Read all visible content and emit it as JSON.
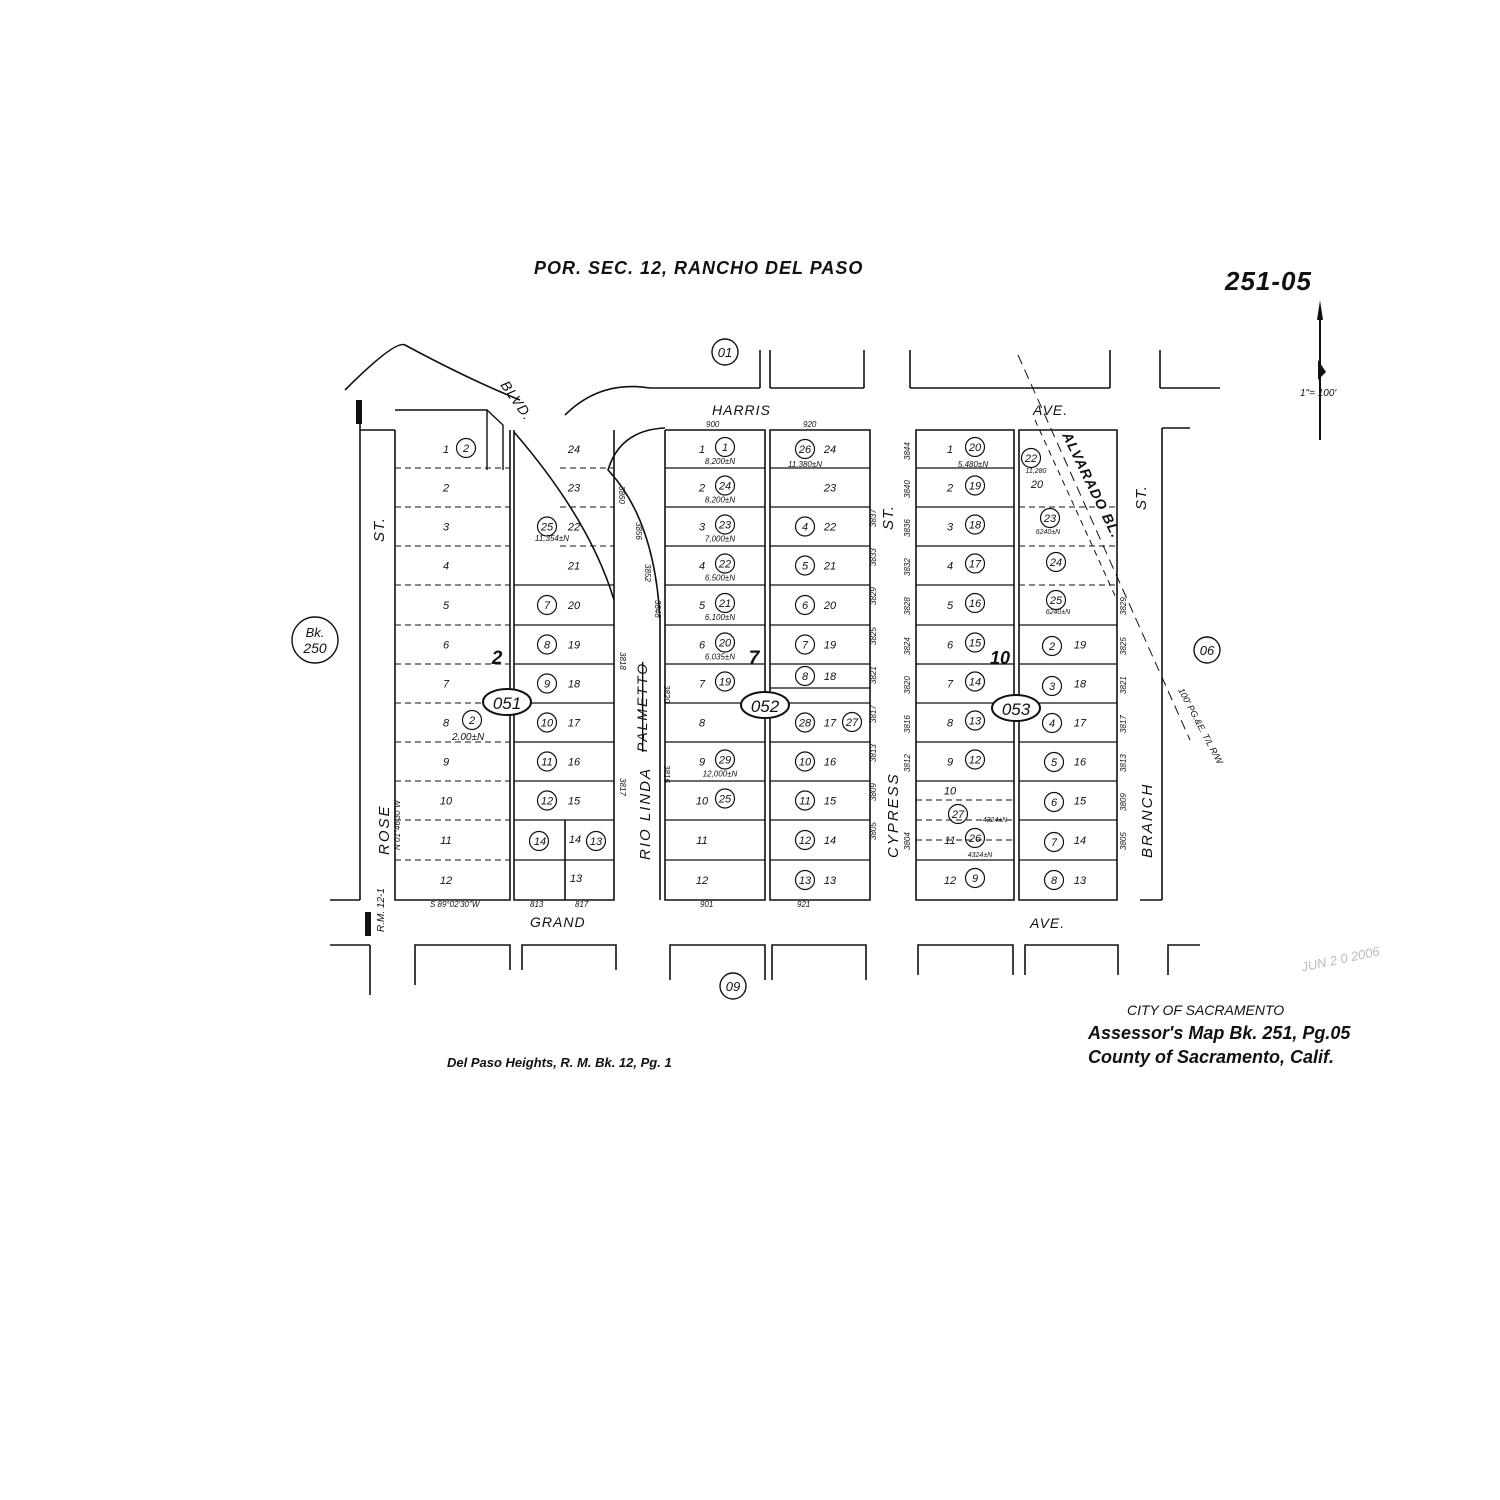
{
  "header": {
    "title": "POR. SEC. 12, RANCHO DEL PASO",
    "map_number": "251-05",
    "scale": "1\"= 100'",
    "city": "CITY OF SACRAMENTO",
    "book_page": "Assessor's Map Bk. 251, Pg.05",
    "county": "County of Sacramento, Calif.",
    "subdivision": "Del Paso Heights, R. M. Bk. 12, Pg. 1",
    "stamp": "JUN 2 0 2006"
  },
  "streets": {
    "harris": "HARRIS",
    "harris_ave": "AVE.",
    "grand": "GRAND",
    "grand_ave": "AVE.",
    "rose": "ROSE",
    "rose_st": "ST.",
    "rio_linda": "RIO  LINDA",
    "palmetto": "PALMETTO",
    "blvd": "BLVD.",
    "cypress": "CYPRESS",
    "cypress_st": "ST.",
    "branch": "BRANCH",
    "branch_st": "ST.",
    "alvarado": "ALVARADO BL."
  },
  "adjacent": {
    "north": "01",
    "south": "09",
    "east": "06",
    "west_book": "Bk.",
    "west_number": "250"
  },
  "blocks": [
    {
      "id": "051",
      "label": "051",
      "block_no": "2"
    },
    {
      "id": "052",
      "label": "052",
      "block_no": "7"
    },
    {
      "id": "053",
      "label": "053",
      "block_no": "10"
    }
  ],
  "notes": {
    "rm": "R.M. 12-1",
    "bearing_south": "S 89°02'30\"W",
    "bearing_west": "N 01°46'30\"W",
    "easement": "100' PG.&E. T/L R/W",
    "area_24": "2.00±N"
  },
  "col_a": {
    "lots": [
      "1",
      "2",
      "3",
      "4",
      "5",
      "6",
      "7",
      "8",
      "9",
      "10",
      "11",
      "12"
    ]
  },
  "col_b": {
    "lots": [
      "24",
      "23",
      "22",
      "21",
      "20",
      "19",
      "18",
      "17",
      "16",
      "15"
    ],
    "parcels": [
      "25",
      "7",
      "8",
      "9",
      "10",
      "11",
      "12"
    ],
    "bottom_lots": [
      "14",
      "13"
    ],
    "bottom_parcels": [
      "14",
      "13"
    ],
    "area_25": "11,354±N"
  },
  "col_c": {
    "lots": [
      "1",
      "2",
      "3",
      "4",
      "5",
      "6",
      "7",
      "8",
      "9",
      "10",
      "11",
      "12"
    ],
    "parcels": [
      "1",
      "24",
      "23",
      "22",
      "21",
      "20",
      "19",
      "",
      "29",
      "25"
    ],
    "areas": [
      "8,200±N",
      "8,200±N",
      "7,000±N",
      "6,500±N",
      "6,100±N",
      "6,035±N",
      "",
      "",
      "12,000±N",
      ""
    ]
  },
  "col_d": {
    "lots": [
      "24",
      "23",
      "22",
      "21",
      "20",
      "19",
      "18",
      "17",
      "16",
      "15",
      "14",
      "13"
    ],
    "parcels": [
      "26",
      "",
      "4",
      "5",
      "6",
      "7",
      "8",
      "28",
      "10",
      "11",
      "12",
      "13"
    ],
    "extra_parcel": "27",
    "area_26": "11,380±N"
  },
  "col_e": {
    "lots": [
      "1",
      "2",
      "3",
      "4",
      "5",
      "6",
      "7",
      "8",
      "9",
      "10",
      "11",
      "12"
    ],
    "parcels": [
      "20",
      "19",
      "18",
      "17",
      "16",
      "15",
      "14",
      "13",
      "12",
      "",
      "26",
      "9"
    ],
    "extra_parcel": "27",
    "area_20": "5,480±N",
    "area_27": "4324±N",
    "area_26": "4324±N"
  },
  "col_f": {
    "top_lots": [
      "20"
    ],
    "lots": [
      "19",
      "18",
      "17",
      "16",
      "15",
      "14",
      "13"
    ],
    "parcels": [
      "22",
      "23",
      "24",
      "25",
      "2",
      "3",
      "4",
      "5",
      "6",
      "7",
      "8"
    ],
    "area_22": "11,280",
    "area_23": "6240±N",
    "area_25": "6240±N"
  },
  "addresses": {
    "harris_900": "900",
    "harris_920": "920",
    "grand_813": "813",
    "grand_817": "817",
    "grand_901": "901",
    "grand_921": "921",
    "col_b_right": [
      "3818",
      "3817"
    ],
    "col_c_left": [
      "3860",
      "3856",
      "3852",
      "3848",
      "3820",
      "3816"
    ],
    "col_d_right": [
      "3837",
      "3833",
      "3829",
      "3825",
      "3821",
      "3817",
      "3813",
      "3809",
      "3805"
    ],
    "col_e_left": [
      "3844",
      "3840",
      "3836",
      "3832",
      "3828",
      "3824",
      "3820",
      "3816",
      "3812",
      "3804"
    ],
    "col_f_right": [
      "3829",
      "3825",
      "3821",
      "3817",
      "3813",
      "3809",
      "3805"
    ]
  }
}
